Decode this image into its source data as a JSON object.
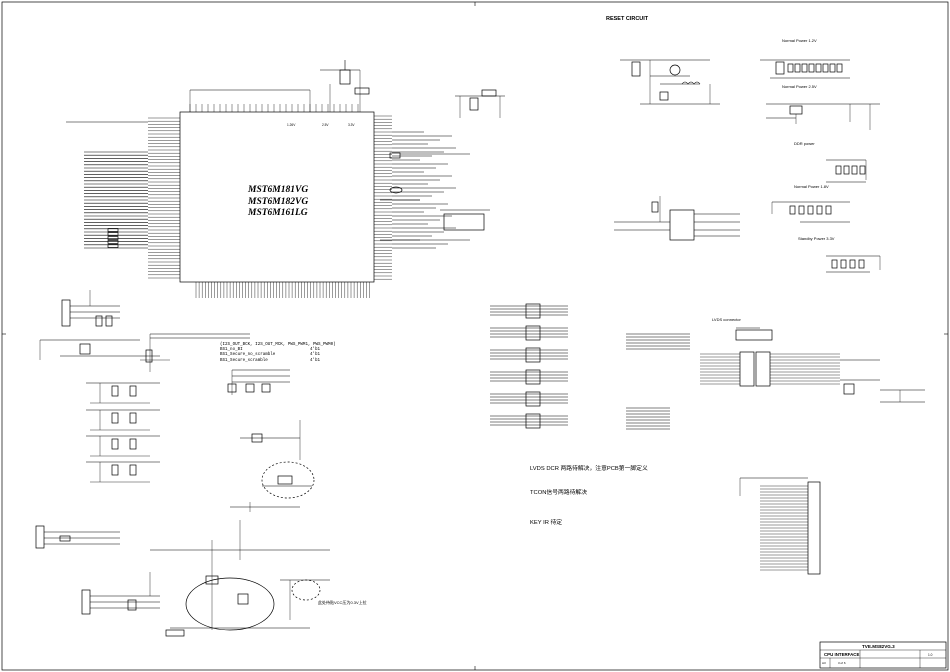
{
  "sheet_titles": {
    "reset_circuit": "RESET CIRCUIT",
    "normal_power_1v2": "Normal Power 1.2V",
    "normal_power_2v5": "Normal Power 2.5V",
    "ddr_power": "DDR power",
    "normal_power_1v8": "Normal Power 1.8V",
    "standby_power_3v3": "Standby Power 3.3V",
    "lvds_connector": "LVDS connector"
  },
  "chip_models": [
    "MST6M181VG",
    "MST6M182VG",
    "MST6M161LG"
  ],
  "power_rails": [
    "1.26V",
    "2.5V",
    "3.3V"
  ],
  "notes": {
    "cfg_header": "(I2S_OUT_BCK, I2S_OUT_MCK, PWS_PWM1, PWS_PWM0)",
    "cfg_rows": [
      {
        "name": "BS1_no_BI",
        "value": "4'b1"
      },
      {
        "name": "BS1_Secure_no_scramble",
        "value": "4'b1"
      },
      {
        "name": "BS1_Secure_scramble",
        "value": "4'b1"
      }
    ],
    "lvds_dcr": "LVDS  DCR  两路待解决，注意PCB第一脚定义",
    "tcon": "TCON信号两路待解决",
    "key_ir": "KEY  IR  待定",
    "bottom_note": "此处待贴VCC压为0.3V上拉"
  },
  "title_block": {
    "doc_id": "TVE.MS82VG.3",
    "page_title": "CPU INTERFACE",
    "size": "A3",
    "sheet": "3  of  6",
    "rev": "1.0"
  }
}
